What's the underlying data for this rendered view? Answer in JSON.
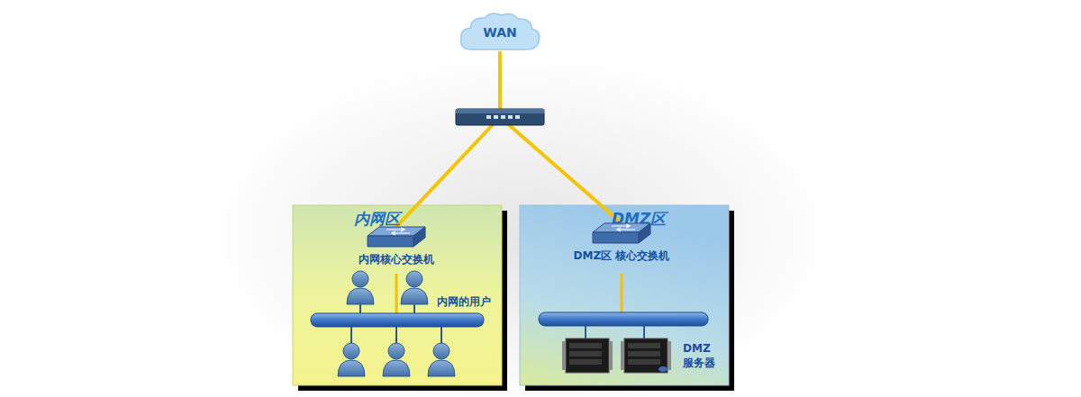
{
  "diagram": {
    "nodes": [
      {
        "text": [
          "WAN"
        ]
      },
      {
        "text": [
          "内网区"
        ]
      },
      {
        "text": [
          "内网核心交换机"
        ],
        "in": 1
      },
      {
        "text": [
          "DMZ区"
        ]
      },
      {
        "text": [
          "DMZ区 核心交换机"
        ],
        "in": 3
      }
    ],
    "edges": [
      {
        "from": 0,
        "to": 2,
        "arrow": "none"
      },
      {
        "from": 0,
        "to": 4,
        "arrow": "none"
      }
    ],
    "labels": [
      "内网的用户",
      "DMZ 服务器"
    ]
  }
}
